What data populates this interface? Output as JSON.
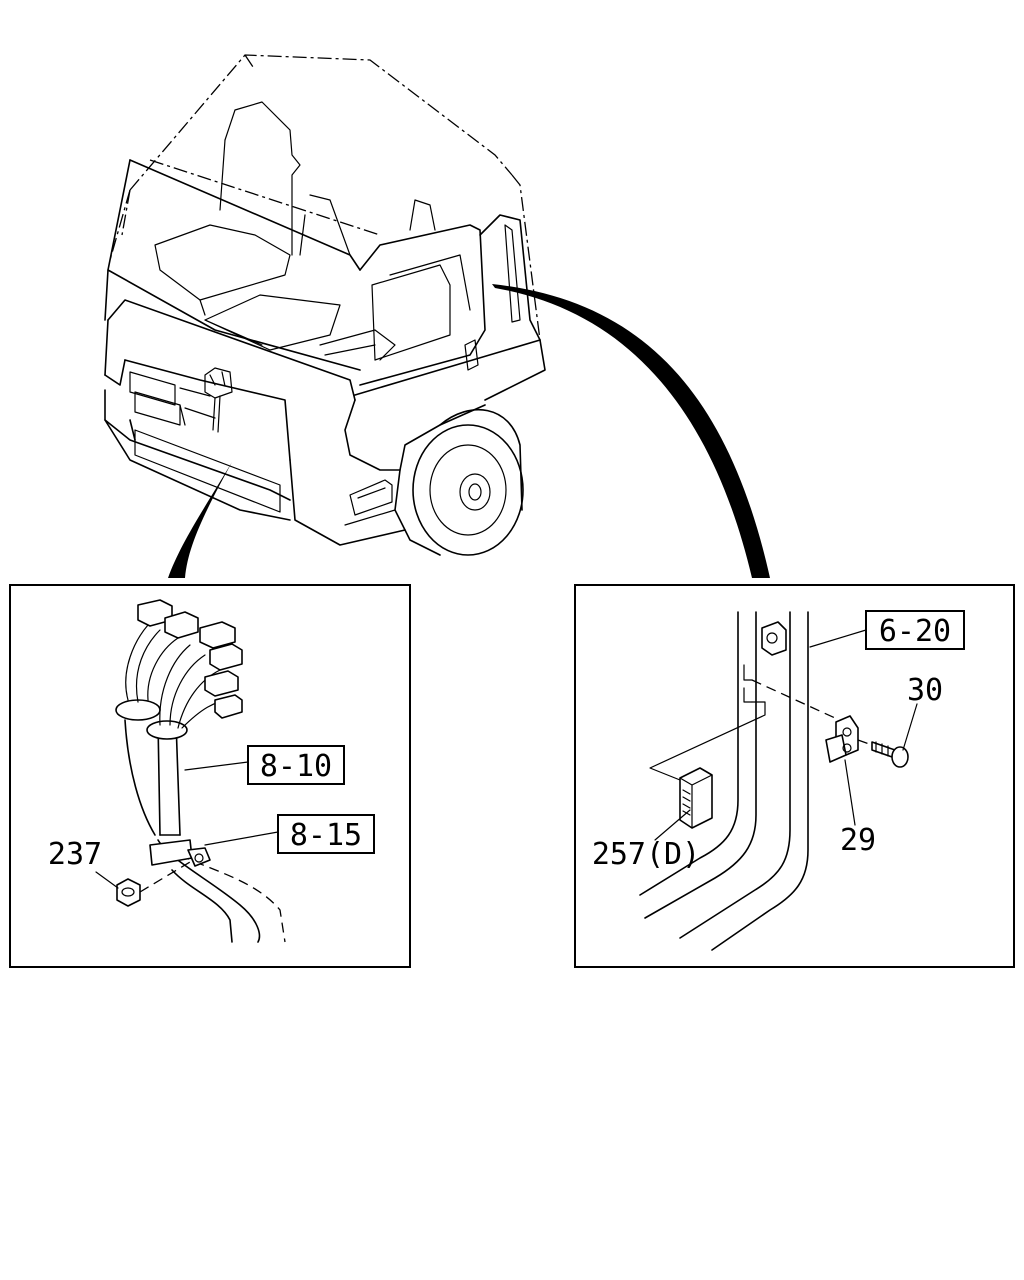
{
  "callouts": {
    "harness_upper": "8-10",
    "harness_lower": "8-15",
    "door_harness": "6-20"
  },
  "part_numbers": {
    "nut": "237",
    "bolt": "30",
    "bracket": "29",
    "switch": "257(D)"
  }
}
